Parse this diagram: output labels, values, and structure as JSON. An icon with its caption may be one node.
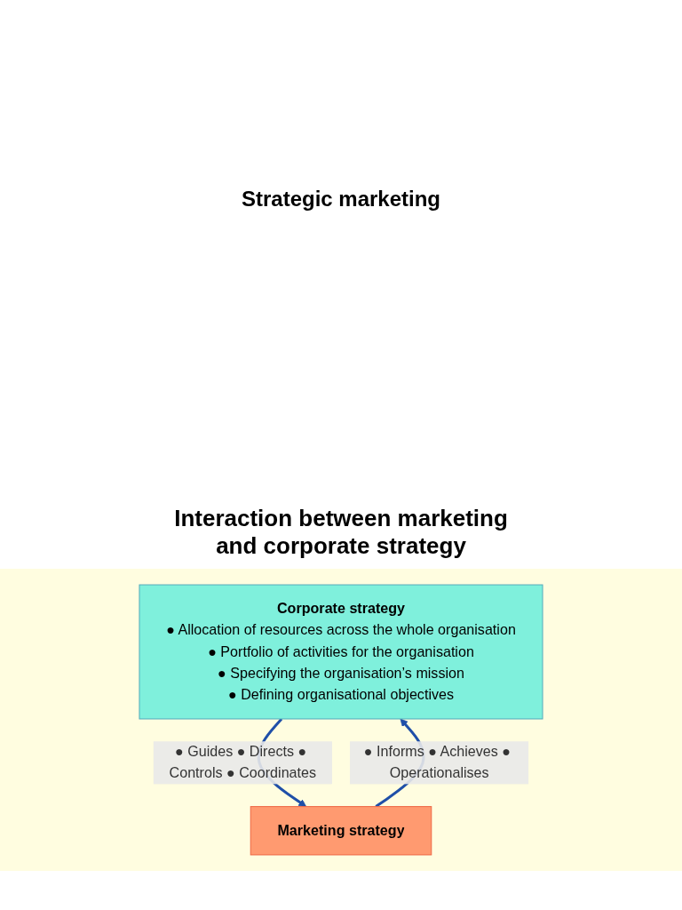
{
  "diagram": {
    "title": "Strategic marketing",
    "nodes": [
      {
        "text": [
          "Corporate strategy",
          "● Allocation of resources across the whole organisation",
          "● Portfolio of activities for the organisation",
          "● Specifying the organisation’s mission",
          "● Defining organisational objectives"
        ]
      },
      {
        "text": [
          "Marketing strategy"
        ]
      }
    ],
    "edges": [
      {
        "from": 0,
        "to": 1,
        "arrow": "to",
        "label": "● Guides ● Directs ● Controls ● Coordinates"
      },
      {
        "from": 1,
        "to": 0,
        "arrow": "to",
        "label": "● Informs ● Achieves ● Operationalises"
      }
    ],
    "labels": [
      "Interaction between marketing and corporate strategy"
    ]
  }
}
